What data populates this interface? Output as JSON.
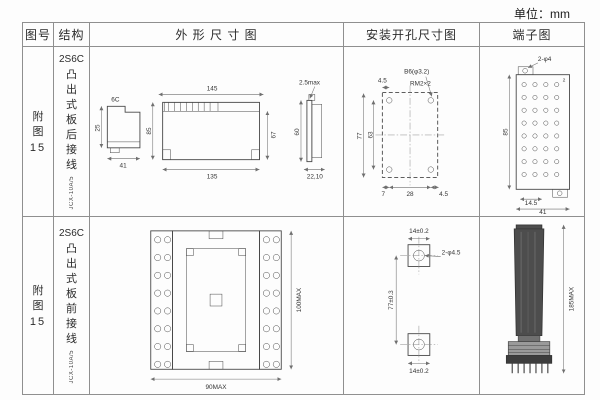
{
  "page": {
    "unit_label": "单位：mm"
  },
  "headers": {
    "fig": "图号",
    "structure": "结构",
    "outline": "外 形 尺 寸 图",
    "mounting": "安装开孔尺寸图",
    "terminal": "端子图"
  },
  "row1": {
    "fig_label": "附图",
    "fig_no": "15",
    "structure": {
      "model": "2S6C",
      "desc": "凸出式板后接线",
      "code": "JCX-10A/5"
    },
    "outline": {
      "top_view_label": "6C",
      "d25": "25",
      "d41": "41",
      "d145": "145",
      "d135": "135",
      "d85": "85",
      "d67": "67",
      "d25max": "2.5max",
      "d60": "60",
      "d2210": "22,10"
    },
    "mounting": {
      "d45_top": "4.5",
      "hole_note": "B6(φ3.2)",
      "thread_note": "RM2×2",
      "d77": "77",
      "d63": "63",
      "d7": "7",
      "d28": "28",
      "d45_bottom": "4.5"
    },
    "terminal": {
      "hole_note": "2-φ4",
      "n2": "2",
      "d85": "85",
      "d145": "14.5",
      "d41": "41"
    }
  },
  "row2": {
    "fig_label": "附图",
    "fig_no": "15",
    "structure": {
      "model": "2S6C",
      "desc": "凸出式板前接线",
      "code": "JCX-10A/5"
    },
    "outline": {
      "d90": "90MAX",
      "d100": "100MAX"
    },
    "mounting": {
      "d14_top": "14±0.2",
      "hole_note": "2-φ4.5",
      "d77": "77±0.3",
      "d14_bottom": "14±0.2"
    },
    "side": {
      "d185": "185MAX"
    }
  }
}
